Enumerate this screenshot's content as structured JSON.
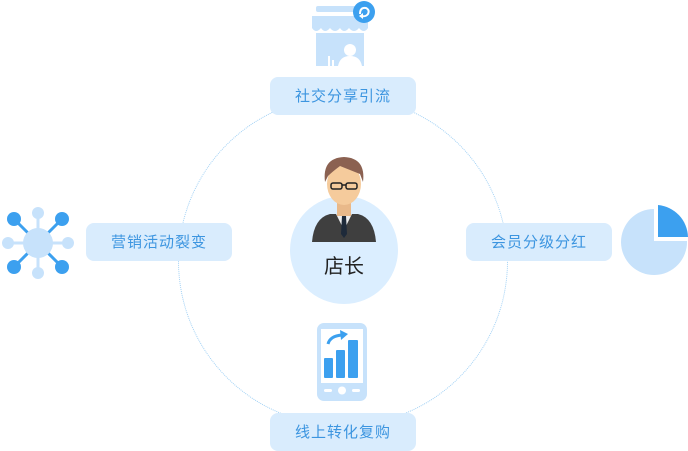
{
  "diagram": {
    "center": {
      "label": "店长",
      "icon": "manager-avatar-icon"
    },
    "nodes": [
      {
        "id": "top",
        "label": "社交分享引流",
        "icon": "storefront-share-icon"
      },
      {
        "id": "left",
        "label": "营销活动裂变",
        "icon": "network-fission-icon"
      },
      {
        "id": "right",
        "label": "会员分级分红",
        "icon": "pie-chart-icon"
      },
      {
        "id": "bottom",
        "label": "线上转化复购",
        "icon": "mobile-growth-chart-icon"
      }
    ],
    "colors": {
      "accent": "#3ca0ef",
      "light": "#c7e2fb",
      "pill_bg": "#d9ecfd",
      "pill_text": "#3c95e0",
      "ring": "#9fd0f5"
    }
  }
}
